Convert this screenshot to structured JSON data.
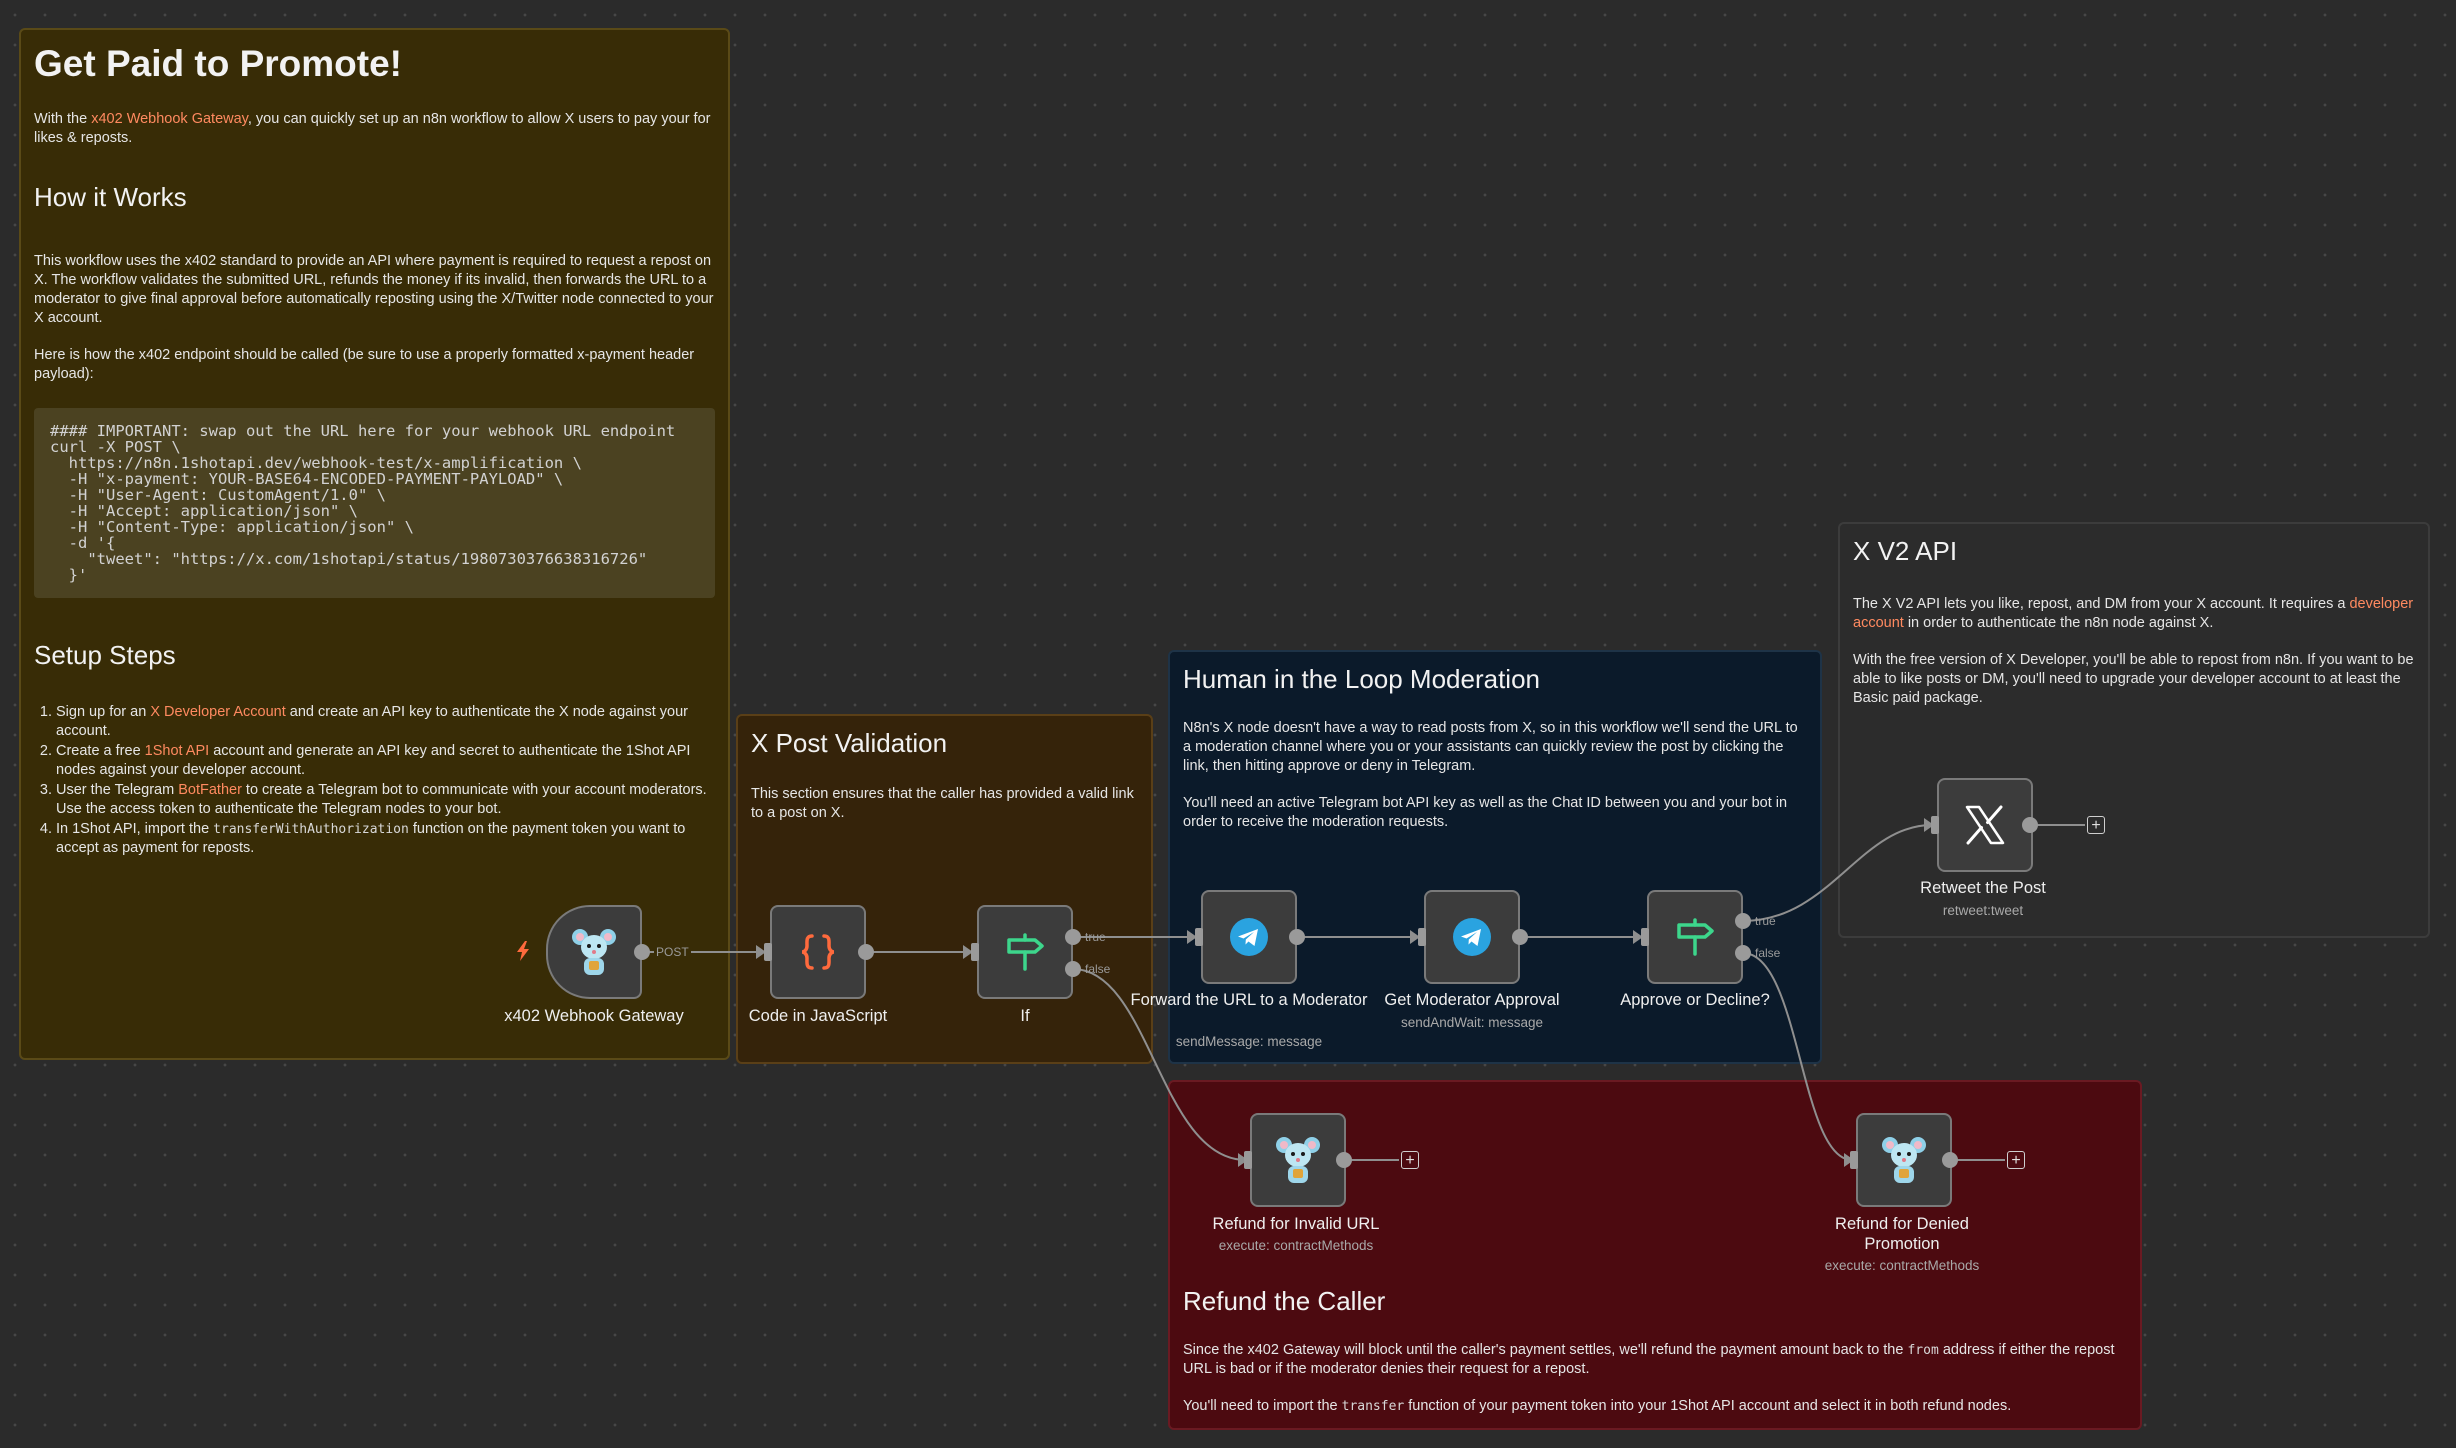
{
  "notes": {
    "main": {
      "title": "Get Paid to Promote!",
      "intro_pre": "With the ",
      "intro_link": "x402 Webhook Gateway",
      "intro_post": ", you can quickly set up an n8n workflow to allow X users to pay your for likes & reposts.",
      "how_title": "How it Works",
      "how_p1": "This workflow uses the x402 standard to provide an API where payment is required to request a repost on X. The workflow validates the submitted URL, refunds the money if its invalid, then forwards the URL to a moderator to give final approval before automatically reposting using the X/Twitter node connected to your X account.",
      "how_p2": "Here is how the x402 endpoint should be called (be sure to use a properly formatted x-payment header payload):",
      "code": "#### IMPORTANT: swap out the URL here for your webhook URL endpoint\ncurl -X POST \\\n  https://n8n.1shotapi.dev/webhook-test/x-amplification \\\n  -H \"x-payment: YOUR-BASE64-ENCODED-PAYMENT-PAYLOAD\" \\\n  -H \"User-Agent: CustomAgent/1.0\" \\\n  -H \"Accept: application/json\" \\\n  -H \"Content-Type: application/json\" \\\n  -d '{\n    \"tweet\": \"https://x.com/1shotapi/status/1980730376638316726\"\n  }'",
      "setup_title": "Setup Steps",
      "step1_pre": "Sign up for an ",
      "step1_link": "X Developer Account",
      "step1_post": " and create an API key to authenticate the X node against your account.",
      "step2_pre": "Create a free ",
      "step2_link": "1Shot API",
      "step2_post": " account and generate an API key and secret to authenticate the 1Shot API nodes against your developer account.",
      "step3_pre": "User the Telegram ",
      "step3_link": "BotFather",
      "step3_post": " to create a Telegram bot to communicate with your account moderators. Use the access token to authenticate the Telegram nodes to your bot.",
      "step4_pre": "In 1Shot API, import the ",
      "step4_code": "transferWithAuthorization",
      "step4_post": " function on the payment token you want to accept as payment for reposts."
    },
    "validation": {
      "title": "X Post Validation",
      "body": "This section ensures that the caller has provided a valid link to a post on X."
    },
    "moderation": {
      "title": "Human in the Loop Moderation",
      "p1": "N8n's X node doesn't have a way to read posts from X, so in this workflow we'll send the URL to a moderation channel where you or your assistants can quickly review the post by clicking the link, then hitting approve or deny in Telegram.",
      "p2": "You'll need an active Telegram bot API key as well as the Chat ID between you and your bot in order to receive the moderation requests."
    },
    "xapi": {
      "title": "X V2 API",
      "p1_pre": "The X V2 API lets you like, repost, and DM from your X account. It requires a ",
      "p1_link": "developer account",
      "p1_post": " in order to authenticate the n8n node against X.",
      "p2": "With the free version of X Developer, you'll be able to repost from n8n. If you want to be able to like posts or DM, you'll need to upgrade your developer account to at least the Basic paid package."
    },
    "refund": {
      "title": "Refund the Caller",
      "p1_pre": "Since the x402 Gateway will block until the caller's payment settles, we'll refund the payment amount back to the ",
      "p1_code": "from",
      "p1_post": " address if either the repost URL is bad or if the moderator denies their request for a repost.",
      "p2_pre": "You'll need to import the ",
      "p2_code": "transfer",
      "p2_post": " function of your payment token into your 1Shot API account and select it in both refund nodes."
    }
  },
  "nodes": {
    "webhook": {
      "label": "x402 Webhook Gateway",
      "icon": "mouse-mascot-icon"
    },
    "code": {
      "label": "Code in JavaScript",
      "icon": "code-braces-icon"
    },
    "if": {
      "label": "If",
      "icon": "signpost-icon"
    },
    "forward": {
      "label": "Forward the URL to a Moderator",
      "sub": "sendMessage: message",
      "icon": "telegram-icon"
    },
    "approval": {
      "label": "Get Moderator Approval",
      "sub": "sendAndWait: message",
      "icon": "telegram-icon"
    },
    "approve": {
      "label": "Approve or Decline?",
      "icon": "signpost-icon"
    },
    "retweet": {
      "label": "Retweet the Post",
      "sub": "retweet:tweet",
      "icon": "x-logo-icon"
    },
    "refund_invalid": {
      "label": "Refund for Invalid URL",
      "sub": "execute: contractMethods",
      "icon": "mouse-mascot-icon"
    },
    "refund_denied": {
      "label": "Refund for Denied Promotion",
      "sub": "execute: contractMethods",
      "icon": "mouse-mascot-icon"
    }
  },
  "edge_labels": {
    "post": "POST",
    "true": "true",
    "false": "false"
  },
  "colors": {
    "main_note": "#382c06",
    "validation_note": "#35230a",
    "moderation_note": "#0b1a2a",
    "xapi_note": "#2c2c2c",
    "refund_note": "#4c0a10",
    "link": "#ff8a60",
    "code_icon": "#ff6a3d",
    "switch_icon": "#3dd68c",
    "telegram": "#2aa3e0"
  }
}
